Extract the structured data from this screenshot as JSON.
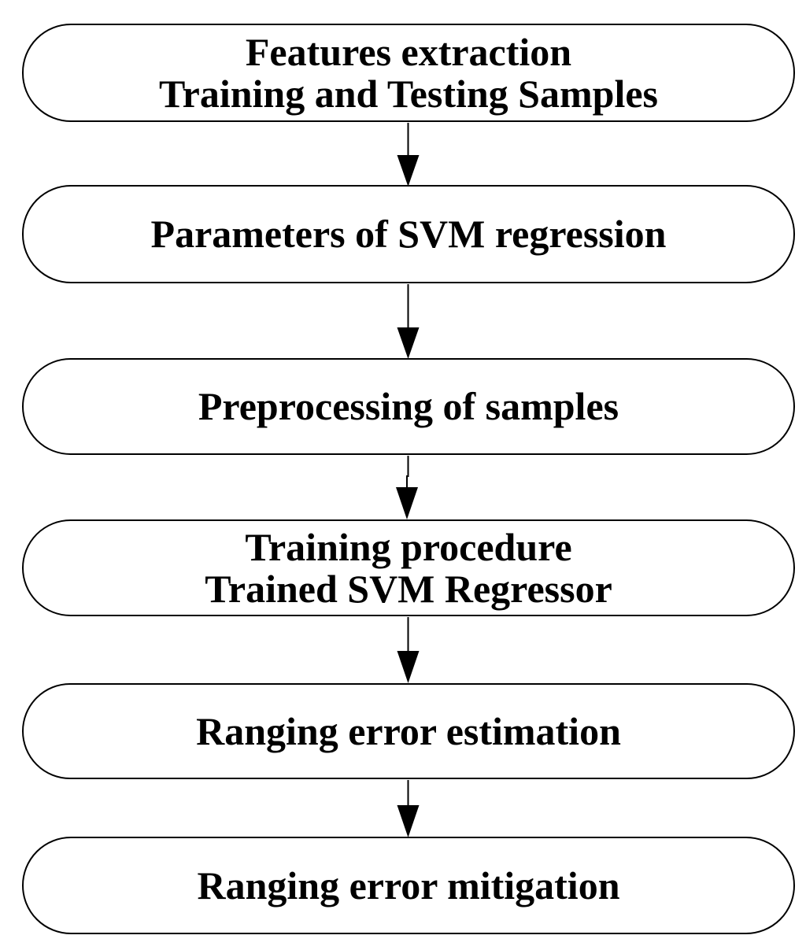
{
  "colors": {
    "background": "#ffffff",
    "node_fill": "#ffffff",
    "node_stroke": "#000000",
    "text": "#000000",
    "arrow": "#000000"
  },
  "nodes": [
    {
      "id": "features-extraction",
      "lines": [
        "Features extraction",
        "Training and Testing Samples"
      ]
    },
    {
      "id": "svm-regression-parameters",
      "lines": [
        "Parameters of SVM regression"
      ]
    },
    {
      "id": "preprocessing-of-samples",
      "lines": [
        "Preprocessing of samples"
      ]
    },
    {
      "id": "training-procedure",
      "lines": [
        "Training procedure",
        "Trained SVM Regressor"
      ]
    },
    {
      "id": "ranging-error-estimation",
      "lines": [
        "Ranging error estimation"
      ]
    },
    {
      "id": "ranging-error-mitigation",
      "lines": [
        "Ranging error mitigation"
      ]
    }
  ],
  "edges": [
    {
      "from": "features-extraction",
      "to": "svm-regression-parameters"
    },
    {
      "from": "svm-regression-parameters",
      "to": "preprocessing-of-samples"
    },
    {
      "from": "preprocessing-of-samples",
      "to": "training-procedure"
    },
    {
      "from": "training-procedure",
      "to": "ranging-error-estimation"
    },
    {
      "from": "ranging-error-estimation",
      "to": "ranging-error-mitigation"
    }
  ]
}
